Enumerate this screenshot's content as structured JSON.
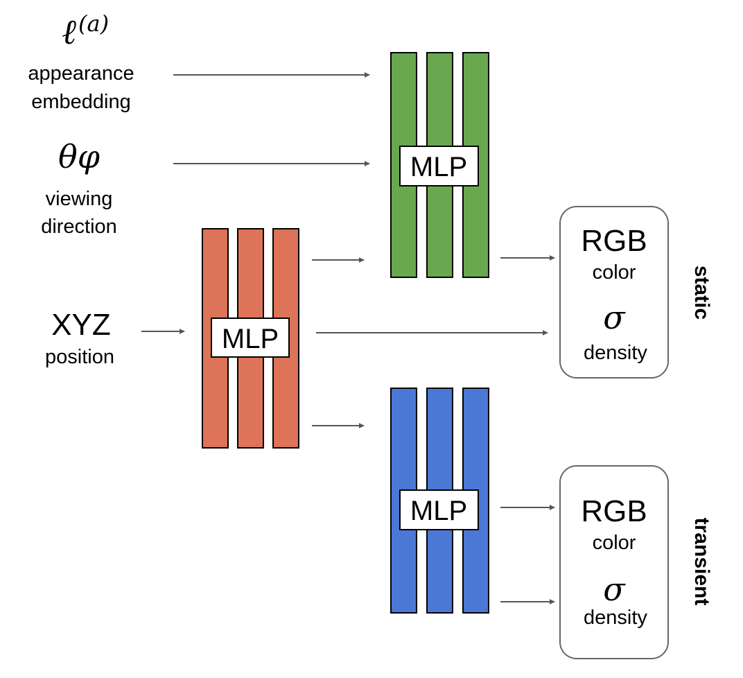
{
  "colors": {
    "appearance_mlp": "#6aa84f",
    "position_mlp": "#dd7358",
    "transient_mlp": "#4a78d4",
    "arrow": "#555555",
    "output_box_border": "#666666"
  },
  "inputs": {
    "appearance": {
      "symbol": "ℓ",
      "superscript": "(a)",
      "line1": "appearance",
      "line2": "embedding"
    },
    "viewing": {
      "symbol": "θφ",
      "line1": "viewing",
      "line2": "direction"
    },
    "position": {
      "title": "XYZ",
      "subtitle": "position"
    }
  },
  "mlps": {
    "position_label": "MLP",
    "appearance_label": "MLP",
    "transient_label": "MLP"
  },
  "outputs": {
    "static": {
      "rgb": "RGB",
      "color": "color",
      "sigma": "σ",
      "density": "density",
      "side_label": "static"
    },
    "transient": {
      "rgb": "RGB",
      "color": "color",
      "sigma": "σ",
      "density": "density",
      "side_label": "transient"
    }
  }
}
